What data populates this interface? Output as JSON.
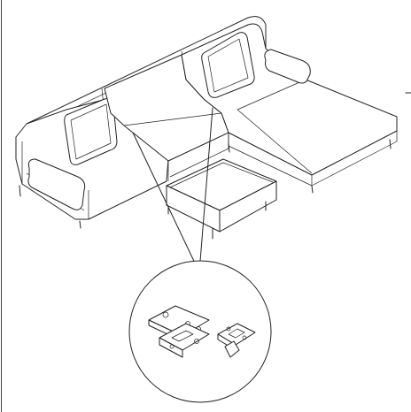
{
  "figure": {
    "subject": "sectional-sofa-with-ottoman-and-connector-brackets",
    "detail_callout": "connector-brackets"
  },
  "colors": {
    "line": "#222222",
    "background": "#ffffff",
    "frame": "#444444"
  },
  "icons": [
    "sofa-illustration",
    "ottoman-illustration",
    "bracket-detail-circle"
  ]
}
